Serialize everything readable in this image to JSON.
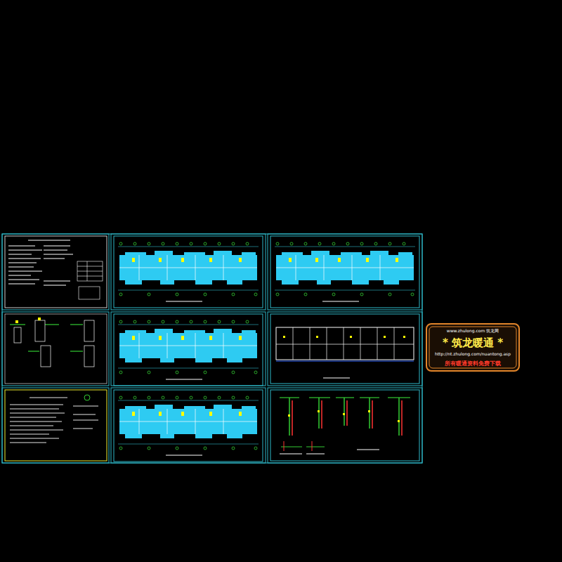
{
  "diagram": {
    "nodes": [
      {
        "text": [
          "www.zhulong.com 筑龙网",
          "* 筑龙暖通 *",
          "http://nt.zhulong.com/nuantong.asp",
          "所有暖通资料免费下载"
        ]
      }
    ]
  }
}
